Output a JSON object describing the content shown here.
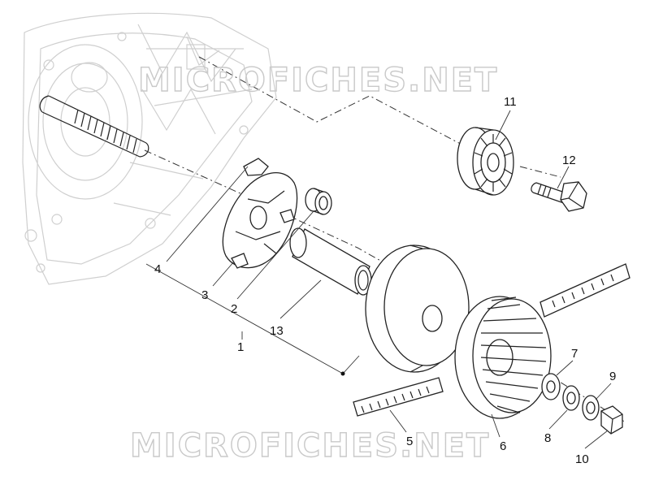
{
  "watermark": {
    "top_text": "MICROFICHES.NET",
    "bottom_text": "MICROFICHES.NET"
  },
  "callouts": {
    "c1": "1",
    "c2": "2",
    "c3": "3",
    "c4": "4",
    "c5": "5",
    "c6": "6",
    "c7": "7",
    "c8": "8",
    "c9": "9",
    "c10": "10",
    "c11": "11",
    "c12": "12",
    "c13": "13"
  },
  "colors": {
    "line": "#222222",
    "faint": "#cfcfcf",
    "watermark": "#c9c9c9"
  }
}
